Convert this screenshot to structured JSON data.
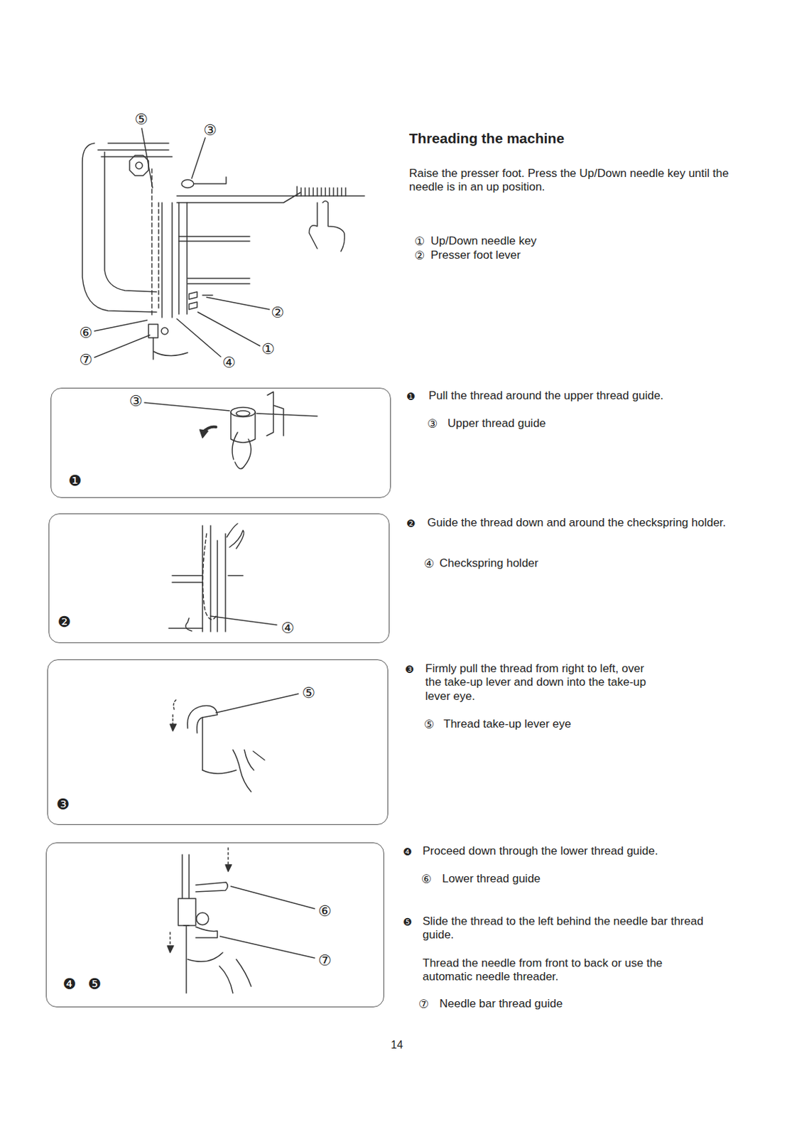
{
  "diagram": {
    "title": "Threading the machine",
    "nodes": [
      {
        "text": [
          "③",
          "❶"
        ]
      },
      {
        "text": [
          "④",
          "❷"
        ]
      },
      {
        "text": [
          "⑤",
          "❸"
        ]
      },
      {
        "text": [
          "⑥",
          "⑦",
          "❹",
          "❺"
        ]
      }
    ],
    "labels": [
      "Raise the presser foot. Press the Up/Down needle key until the needle is in an up position.",
      "①",
      "Up/Down needle key",
      "②",
      "Presser foot lever",
      "❶",
      "Pull the thread around the upper thread guide.",
      "③",
      "Upper thread guide",
      "❷",
      "Guide the thread down and around the checkspring holder.",
      "④",
      "Checkspring holder",
      "❸",
      "Firmly pull the thread from right to left, over the take-up lever and down into the take-up lever eye.",
      "⑤",
      "Thread take-up lever eye",
      "❹",
      "Proceed down through the lower thread guide.",
      "⑥",
      "Lower thread guide",
      "❺",
      "Slide the thread to the left behind the needle bar thread guide.",
      "Thread the needle from front to back or use the automatic needle threader.",
      "⑦",
      "Needle bar thread guide",
      "⑤",
      "③",
      "②",
      "①",
      "⑥",
      "⑦",
      "④",
      "14"
    ]
  }
}
